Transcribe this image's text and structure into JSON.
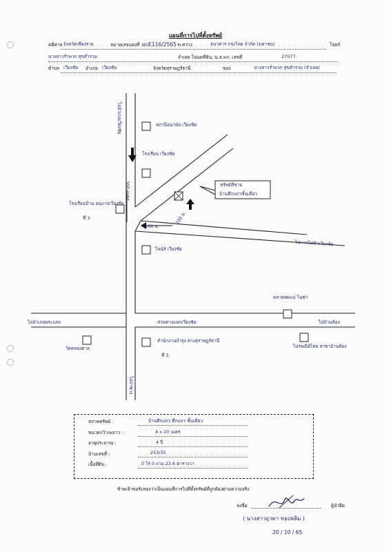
{
  "title": "แผนที่การไปที่ตั้งทรัพย์",
  "header": {
    "case_label": "คดีศาล",
    "case_court": "จังหวัดเชียงราย",
    "case_no_label": "หมายเลขแดงที่",
    "case_no": "ผบE116/2565",
    "plaintiff_label": "ระหว่าง",
    "plaintiff": "ธนาคาร กรุงไทย จำกัด (มหาชน)",
    "plaintiff_role": "โจทก์",
    "defendant": "นางสาวรำพวก สุขสำรวม",
    "owner_label": "จำเลย โฉนดที่ดิน, น.ส.๓ก. เลขที่",
    "deed_no": "27077",
    "tambon_label": "ตำบล",
    "tambon": "เวียงชัย",
    "amphoe_label": "อำเภอ",
    "amphoe": "เวียงชัย",
    "province_label": "จังหวัดสุราษฎร์ธานี",
    "owner2_label": "ของ",
    "owner2": "นางสาวรำพวก สุขสำรวม (จำเลย)"
  },
  "map": {
    "road_vertical": "ไปอำเภอเวียงชัย",
    "road_vertical_bottom": "ไปป่าซาง",
    "road_horizontal_left": "ไปอำเภอพระแสง",
    "road_horizontal_mid": "ส่วนทางแยกเวียงชัย",
    "road_horizontal_right": "ไปบ้านส้อง",
    "road_right": "ไปการไฟฟ้าเวียงชัย",
    "dist_vertical": "300 เมตร",
    "dist_horizontal": "160 ม.",
    "dist_lane": "200 ม.",
    "property_label": "ทรัพย์ที่ขาย",
    "property_desc": "บ้านตึกแถวชั้นเดียว",
    "lm1": "สถานีอนามัย เวียงชัย",
    "lm2": "โรงเรียน เวียงชัย",
    "lm3": "โรงเรียนบ้าน อนุบาลเวียงชัย",
    "lm3b": "ที่ 3",
    "lm4": "ไลน์ส์ เวียงชัย",
    "lm5": "ตลาดสดแม่ ไนซ่า",
    "lm6": "วัดคลองตาล",
    "lm7": "สำนักงานบำรุง ทางสุราษฎร์ธานี",
    "lm7b": "ที่ 3",
    "lm8": "ไปรษณีย์ไทย สาขาบ้านส้อง"
  },
  "details": {
    "condition_label": "สภาพทรัพย์ :",
    "condition": "บ้านตึกแถว ตึกแถว ชั้นเดียว",
    "size_label": "ขนาดกว้างxยาว :",
    "size": "4 x 20 เมตร",
    "age_label": "อายุประมาณ :",
    "age": "4 ปี",
    "house_no_label": "บ้านเลขที่ :",
    "house_no": "253/35",
    "area_label": "เนื้อที่ดิน :",
    "area": "0 ไร่ 0 งาน 23.6 ตารางวา"
  },
  "footer": {
    "certify": "ข้าพเจ้าขอรับรองว่าเป็นแผนที่การไปที่ตั้งทรัพย์ที่ถูกต้องตามความจริง",
    "sign_label": "ลงชื่อ",
    "sign_role": "ผู้นำยึด",
    "name": "( นางสาวยุวดา ทองหลิม )",
    "date": "20 / 10 / 65"
  }
}
